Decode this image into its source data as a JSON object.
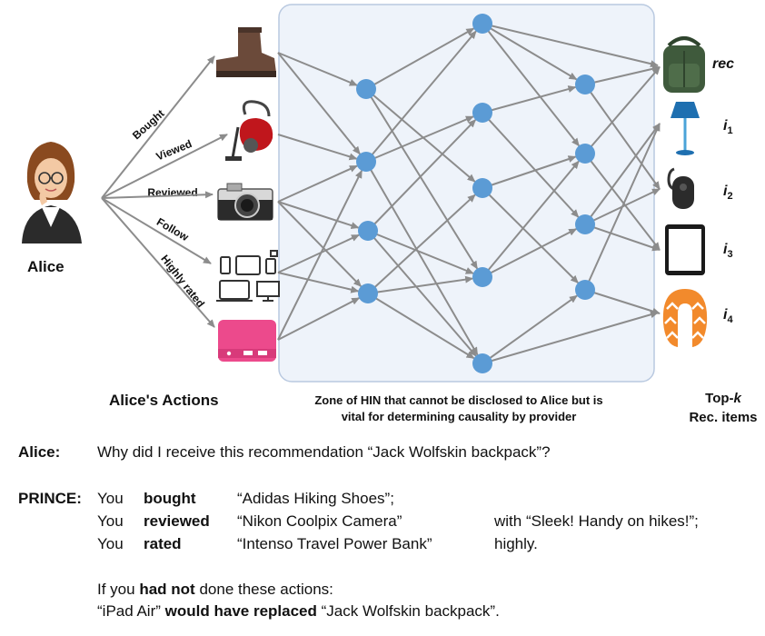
{
  "figure": {
    "user_name": "Alice",
    "actions_caption": "Alice's Actions",
    "zone_caption_line1": "Zone of HIN that cannot be disclosed to Alice but is",
    "zone_caption_line2": "vital for determining causality by provider",
    "topk_caption_prefix": "Top-",
    "topk_caption_k": "k",
    "topk_caption_line2": "Rec. items",
    "edge_labels": [
      "Bought",
      "Viewed",
      "Reviewed",
      "Follow",
      "Highly rated"
    ],
    "rec_label": "rec",
    "item_labels": [
      {
        "letter": "i",
        "sub": "1"
      },
      {
        "letter": "i",
        "sub": "2"
      },
      {
        "letter": "i",
        "sub": "3"
      },
      {
        "letter": "i",
        "sub": "4"
      }
    ],
    "icons": {
      "actions": [
        "boot-icon",
        "vacuum-cleaner-icon",
        "camera-icon",
        "devices-icon",
        "power-bank-icon"
      ],
      "items": [
        "backpack-icon",
        "lamp-icon",
        "headset-icon",
        "tablet-icon",
        "neck-pillow-icon"
      ]
    },
    "colors": {
      "node": "#5b9bd5",
      "edge": "#8c8c8c",
      "zone_fill": "#eef3fa",
      "zone_border": "#b9c9e0"
    }
  },
  "dialog": {
    "alice_speaker": "Alice:",
    "alice_question": "Why did I receive this recommendation “Jack Wolfskin backpack”?",
    "prince_speaker": "PRINCE:",
    "rows": [
      {
        "you": "You",
        "verb": "bought",
        "object": "“Adidas Hiking Shoes”;",
        "extra": ""
      },
      {
        "you": "You",
        "verb": "reviewed",
        "object": "“Nikon Coolpix Camera”",
        "extra": "with “Sleek! Handy on hikes!”;"
      },
      {
        "you": "You",
        "verb": "rated",
        "object": "“Intenso Travel Power Bank”",
        "extra": "highly."
      }
    ],
    "cf_line1_pre": "If you",
    "cf_line1_bold": "had not",
    "cf_line1_post": "done these actions:",
    "cf_line2_item1": "“iPad Air”",
    "cf_line2_bold": "would have replaced",
    "cf_line2_item2": "“Jack Wolfskin backpack”."
  }
}
